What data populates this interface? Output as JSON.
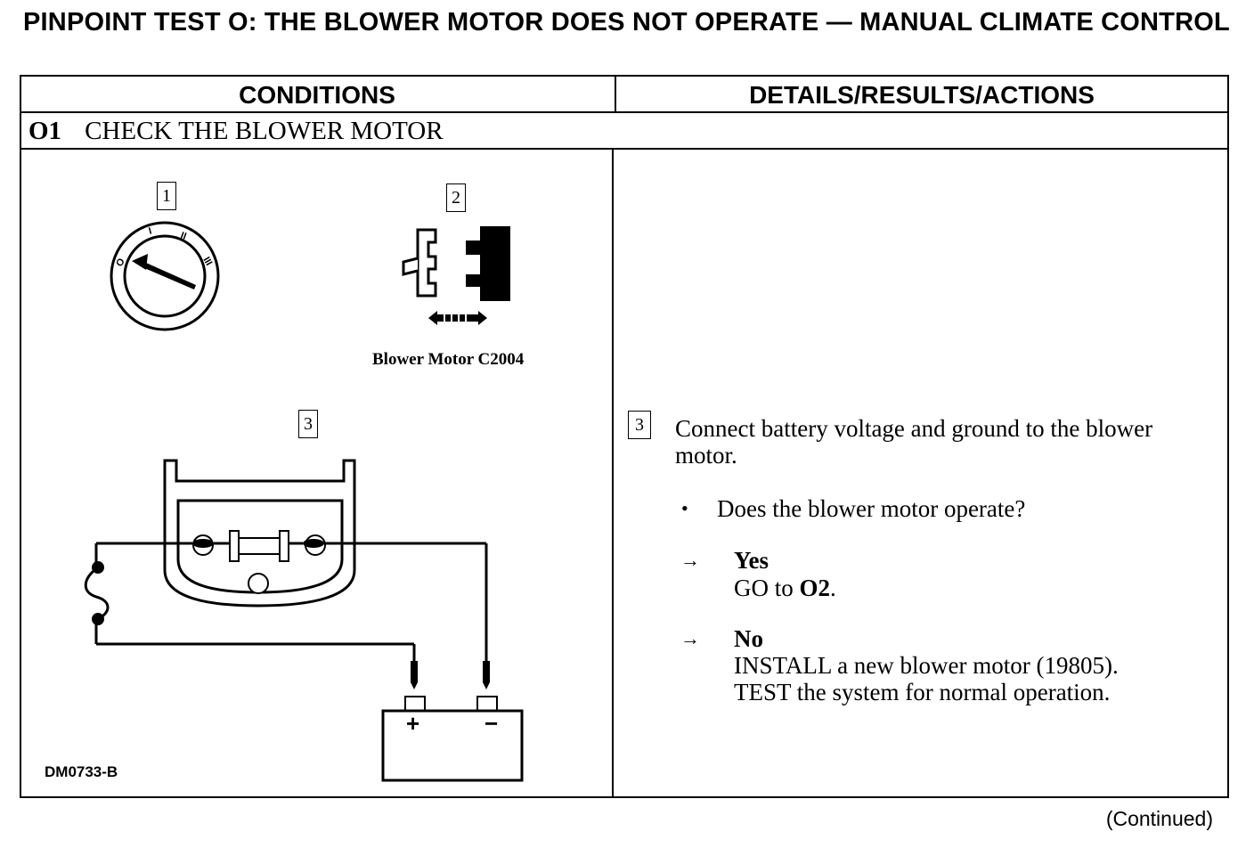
{
  "title": "PINPOINT TEST O: THE BLOWER MOTOR DOES NOT OPERATE — MANUAL CLIMATE CONTROL",
  "table": {
    "col_conditions": "CONDITIONS",
    "col_details": "DETAILS/RESULTS/ACTIONS"
  },
  "step": {
    "id": "O1",
    "title": "CHECK THE BLOWER MOTOR"
  },
  "figure": {
    "callout_1": "1",
    "callout_2": "2",
    "callout_3": "3",
    "connector_caption": "Blower Motor C2004",
    "figure_id": "DM0733-B",
    "switch_marks": [
      "O",
      "I",
      "II",
      "III"
    ],
    "battery_plus": "+",
    "battery_minus": "−"
  },
  "details": {
    "callout": "3",
    "instruction_line1": "Connect battery voltage and ground to the blower",
    "instruction_line2": "motor.",
    "bullet": "•",
    "question": "Does the blower motor operate?",
    "arrow": "→",
    "yes_label": "Yes",
    "yes_action_prefix": "GO to ",
    "yes_action_ref": "O2",
    "yes_action_suffix": ".",
    "no_label": "No",
    "no_action_line1_bold": "INSTALL",
    "no_action_line1_rest": " a new blower motor (19805).",
    "no_action_line2_bold": "TEST",
    "no_action_line2_rest": " the system for normal operation."
  },
  "footer": {
    "continued": "(Continued)"
  }
}
